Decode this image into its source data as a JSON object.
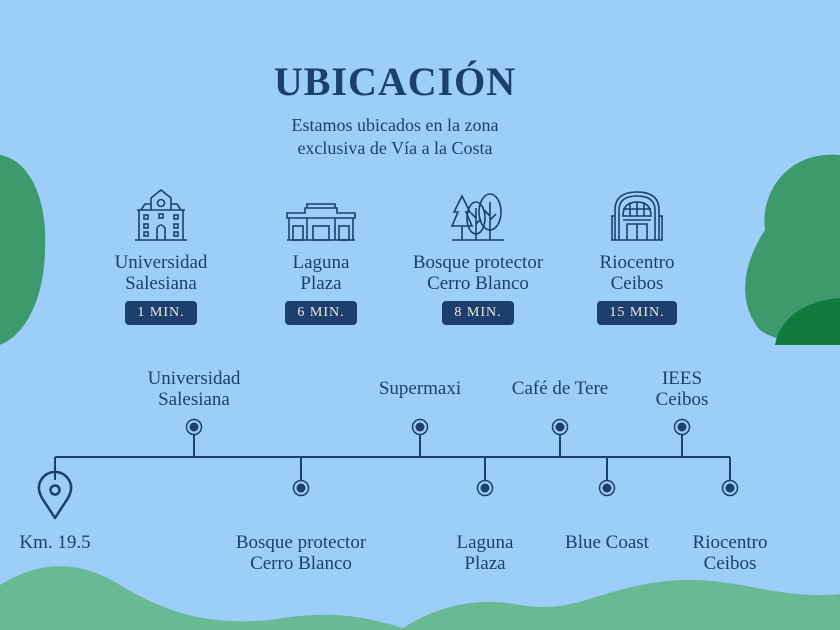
{
  "title": "UBICACIÓN",
  "subtitle": [
    "Estamos ubicados en la zona",
    "exclusiva de Vía a la Costa"
  ],
  "colors": {
    "background": "#9dcdf9",
    "navy": "#1b3f6e",
    "green_dark": "#3c9a6c",
    "green_light": "#68b994"
  },
  "places": [
    {
      "icon": "university-icon",
      "name": [
        "Universidad",
        "Salesiana"
      ],
      "time": "1 MIN."
    },
    {
      "icon": "mall-icon",
      "name": [
        "Laguna",
        "Plaza"
      ],
      "time": "6 MIN."
    },
    {
      "icon": "forest-icon",
      "name": [
        "Bosque protector",
        "Cerro Blanco"
      ],
      "time": "8 MIN."
    },
    {
      "icon": "station-icon",
      "name": [
        "Riocentro",
        "Ceibos"
      ],
      "time": "15 MIN."
    }
  ],
  "timeline": {
    "start": "Km. 19.5",
    "top": [
      [
        "Universidad",
        "Salesiana"
      ],
      [
        "Supermaxi"
      ],
      [
        "Café de Tere"
      ],
      [
        "IEES",
        "Ceibos"
      ]
    ],
    "bottom": [
      [
        "Bosque protector",
        "Cerro Blanco"
      ],
      [
        "Laguna",
        "Plaza"
      ],
      [
        "Blue Coast"
      ],
      [
        "Riocentro",
        "Ceibos"
      ]
    ]
  }
}
